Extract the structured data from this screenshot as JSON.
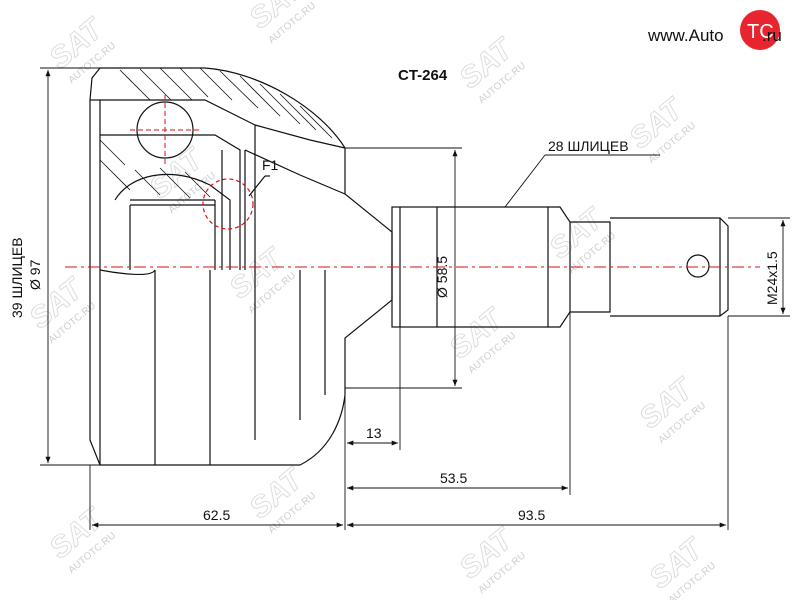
{
  "brand": {
    "prefix": "www.Auto",
    "logo_text": "TC",
    "suffix": ".ru",
    "logo_color": "#e8242f"
  },
  "watermark": {
    "text": "AUTOTC.RU",
    "mark": "SAT"
  },
  "diagram": {
    "title": "CT-264",
    "labels": {
      "inner_splines": "39 ШЛИЦЕВ",
      "outer_diameter": "Ø 97",
      "shaft_splines": "28 ШЛИЦЕВ",
      "shaft_diameter": "Ø 58.5",
      "thread": "M24x1.5",
      "f1": "F1",
      "dim_13": "13",
      "dim_53_5": "53.5",
      "dim_62_5": "62.5",
      "dim_93_5": "93.5"
    }
  }
}
